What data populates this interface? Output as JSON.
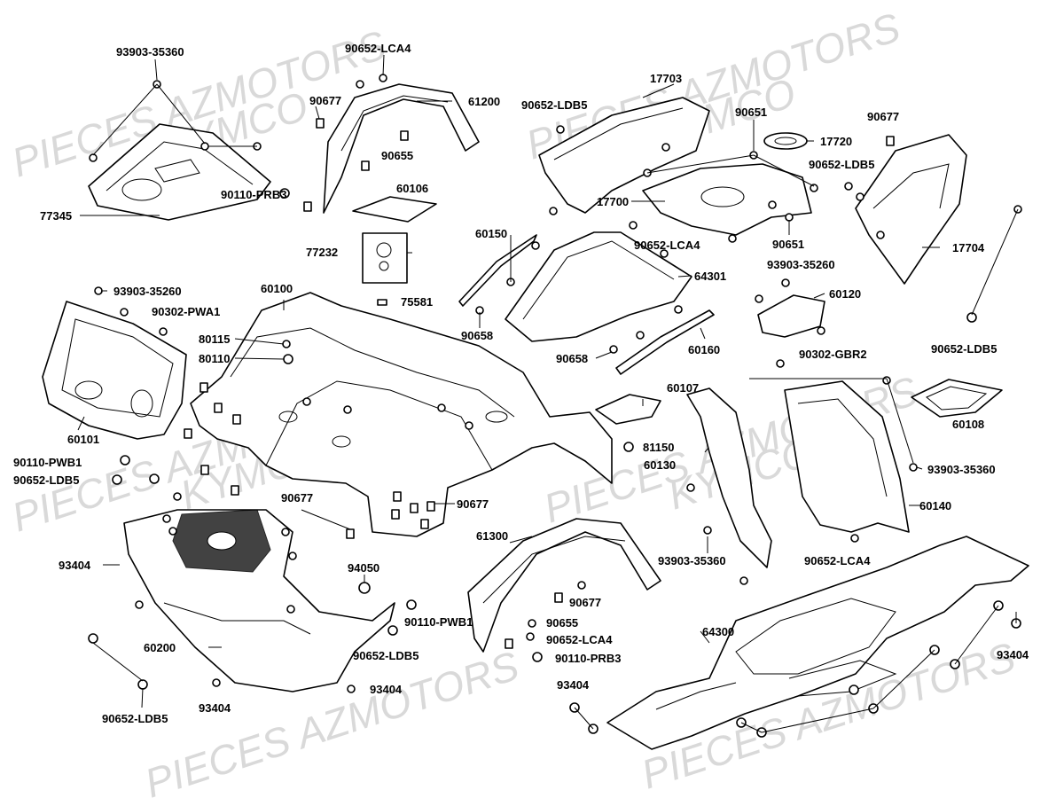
{
  "watermark": {
    "line1": "PIECES AZMOTORS",
    "line2": "KYMCO"
  },
  "labels": [
    "93903-35360",
    "90652-LCA4",
    "90677",
    "61200",
    "90655",
    "90110-PRB3",
    "77345",
    "60106",
    "77232",
    "17703",
    "90652-LDB5",
    "90651",
    "17720",
    "17700",
    "90652-LCA4",
    "90651",
    "90677",
    "90652-LDB5",
    "17704",
    "93903-35260",
    "60120",
    "90302-GBR2",
    "90652-LDB5",
    "60150",
    "64301",
    "90658",
    "90658",
    "60160",
    "93903-35260",
    "90302-PWA1",
    "60100",
    "75581",
    "80115",
    "80110",
    "60101",
    "90110-PWB1",
    "90652-LDB5",
    "60107",
    "81150",
    "60130",
    "93903-35360",
    "60108",
    "93903-35360",
    "60140",
    "90677",
    "90677",
    "61300",
    "90677",
    "90655",
    "90652-LCA4",
    "90110-PRB3",
    "93404",
    "94050",
    "90110-PWB1",
    "90652-LDB5",
    "60200",
    "93404",
    "93404",
    "90652-LDB5",
    "90652-LCA4",
    "64300",
    "93404",
    "93404"
  ]
}
